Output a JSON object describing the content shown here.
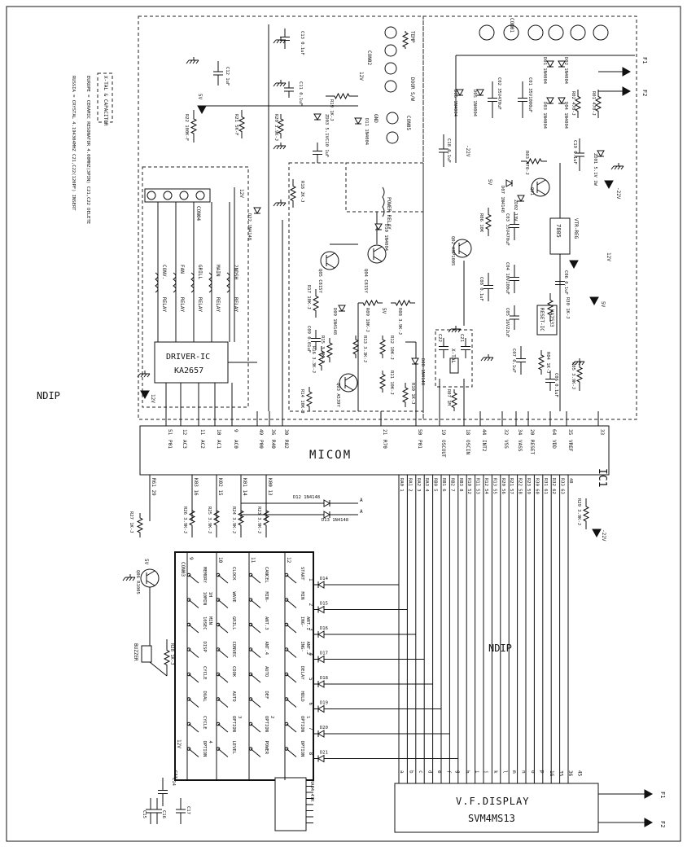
{
  "labels": {
    "ndip_left": "NDIP",
    "ndip_right": "NDIP",
    "micom": "MICOM",
    "ic1": "IC1",
    "driver_ic": "DRIVER-IC",
    "driver_part": "KA2657",
    "vfd_title": "V.F.DISPLAY",
    "vfd_part": "SVM4MS13",
    "xtal_cap_note": "X-TAL & CAPACITOR",
    "note_europe": "EUROPE = CERAMIC RESONATOR 4.00MHZ(3PIN) C21,C22 DELETE",
    "note_russia": "RUSSIA = CRYSTAL 4.194304MHZ  C21,C22(120PF) INSERT",
    "cond1": "CON01",
    "cond2": "CON02",
    "cond3": "CON03",
    "cond4": "CON04",
    "cond5": "CON05",
    "buzzer": "BUZZER",
    "v12": "12V",
    "v5": "5V",
    "vm22": "-22V",
    "f1": "F1",
    "f2": "F2",
    "temp": "TEMP",
    "door_sw": "DOOR S/W",
    "gnd": "GND",
    "reg_7805": "7805",
    "vtr_reg": "VTR-REG",
    "reset_ic": "RESET-IC",
    "ka7533": "KA7533",
    "xtal": "X-TAL",
    "power_relay": "POWER RELAY",
    "relay": "RELAY"
  },
  "relays": [
    "CONV.",
    "FAN",
    "GRILL",
    "MAIN",
    "2NDSH"
  ],
  "micom_top_pins": [
    {
      "num": "51",
      "name": "P01"
    },
    {
      "num": "12",
      "name": "AC3"
    },
    {
      "num": "11",
      "name": "AC2"
    },
    {
      "num": "10",
      "name": "AC1"
    },
    {
      "num": "9",
      "name": "AC0"
    },
    {
      "num": "49",
      "name": "P00"
    },
    {
      "num": "36",
      "name": "R40"
    },
    {
      "num": "30",
      "name": "R82"
    },
    {
      "num": "21",
      "name": "R70"
    },
    {
      "num": "50",
      "name": "P01"
    },
    {
      "num": "19",
      "name": "OSCOUT"
    },
    {
      "num": "18",
      "name": "OSCIN"
    },
    {
      "num": "44",
      "name": "INT2"
    },
    {
      "num": "32",
      "name": "VSS"
    },
    {
      "num": "34",
      "name": "VASS"
    },
    {
      "num": "20",
      "name": "RESET"
    },
    {
      "num": "64",
      "name": "VDD"
    },
    {
      "num": "35",
      "name": "VREF"
    },
    {
      "num": "33",
      "name": ""
    }
  ],
  "micom_left_pins": [
    {
      "num": "29",
      "name": "R61"
    },
    {
      "num": "16",
      "name": "K03"
    },
    {
      "num": "15",
      "name": "K02"
    },
    {
      "num": "14",
      "name": "K01"
    },
    {
      "num": "13",
      "name": "K00"
    }
  ],
  "micom_bottom_pins": [
    {
      "num": "1",
      "name": "RA0"
    },
    {
      "num": "2",
      "name": "RA1"
    },
    {
      "num": "3",
      "name": "RA2"
    },
    {
      "num": "4",
      "name": "RA3"
    },
    {
      "num": "5",
      "name": "RB0"
    },
    {
      "num": "6",
      "name": "RB1"
    },
    {
      "num": "7",
      "name": "RB2"
    },
    {
      "num": "8",
      "name": "RB3"
    },
    {
      "num": "52",
      "name": "R10"
    },
    {
      "num": "53",
      "name": "R11"
    },
    {
      "num": "54",
      "name": "R12"
    },
    {
      "num": "55",
      "name": "R13"
    },
    {
      "num": "56",
      "name": "R20"
    },
    {
      "num": "57",
      "name": "R21"
    },
    {
      "num": "58",
      "name": "R22"
    },
    {
      "num": "59",
      "name": "R23"
    },
    {
      "num": "60",
      "name": "R30"
    },
    {
      "num": "61",
      "name": "R31"
    },
    {
      "num": "62",
      "name": "R32"
    },
    {
      "num": "63",
      "name": "R33"
    },
    {
      "num": "48",
      "name": ""
    }
  ],
  "vfd_pins": [
    "a",
    "b",
    "c",
    "d",
    "e",
    "f",
    "g",
    "h",
    "i",
    "j",
    "k",
    "l",
    "m",
    "n",
    "o",
    "p",
    "1G",
    "35",
    "36",
    "45"
  ],
  "key_matrix": {
    "row_numbers": [
      "12",
      "11",
      "10",
      "9"
    ],
    "col_numbers": [
      "1",
      "2",
      "3",
      "4",
      "5",
      "6",
      "7",
      "8"
    ],
    "col_diodes": [
      "D14",
      "D15",
      "D16",
      "D17",
      "D18",
      "D19",
      "D20",
      "D21"
    ],
    "rows": [
      [
        "START",
        "MIN",
        "ING-\nANT.1",
        "ING-\nANT.2",
        "DELAY",
        "HOLD",
        "OPTION\n1",
        "OPTION"
      ],
      [
        "CANCEL",
        "MIN-",
        "ANT.3",
        "ANT.4",
        "AUTO",
        "DEF",
        "OPTION\n2",
        "POWER"
      ],
      [
        "CLOCK",
        "WAVE",
        "GRILL",
        "CONVEC",
        "COOK",
        "AUTO",
        "OPTION\n3",
        "LEVEL"
      ],
      [
        "MEMORY",
        "10MIN\n1H",
        "10SEC\nMIN",
        "DISP",
        "CYCLE",
        "DUAL",
        "CYCLE",
        "OPTION\n4"
      ]
    ]
  },
  "components": {
    "C12": "C12 1uF",
    "C13": "C13 0.1uF",
    "C11": "C11 0.1uF",
    "C10": "C10 1uF",
    "ZD03": "ZD03 5.1V",
    "R19": "R19 1K-J",
    "R20": "R20 3.9K-J",
    "R21": "R21 5K-F",
    "R22": "R22 100K-F",
    "R18": "R18 2K-J",
    "D22": "D22 1N4148",
    "D11": "D11 1N4004",
    "D10": "D10 1N4004",
    "Q04": "Q04 C815Y",
    "Q05": "Q05 C815Y",
    "R17": "R17 10K-J",
    "C09": "C09 0.01uF",
    "D09": "D09 1N4148",
    "R09": "R09 10K-J",
    "R08": "R08 3.9K-J",
    "R15": "R15 3.9K-J",
    "R16": "R16 3.3K-J",
    "R13": "R13 3.3K-J",
    "R12": "R12 10K-J",
    "R11": "R11 10K-J",
    "R10": "R10 1K-J",
    "D08": "D08 1N4148",
    "Q03": "Q03 A539Y",
    "R14": "R14 10K-J",
    "D06": "D06 1N4004",
    "D05": "D05 1N4004",
    "C02": "C02 35V470uF",
    "C01": "C01 35V1000uF",
    "D01": "D01 1N4004",
    "D02": "D02 1N4004",
    "D03": "D03 1N4004",
    "D04": "D04 1N4004",
    "R02": "R02 470-J",
    "R01": "R01 470-J",
    "C18": "C18 0.1uF",
    "Q02": "Q02 KSP1005",
    "R06": "R06 10K",
    "R03": "R03 470-J",
    "C19": "C19 0.1uF",
    "ZD01": "ZD01 5.1V 1W",
    "D07": "D07 1N4148",
    "ZD02": "ZD02 13V",
    "Q01": "Q01",
    "C03": "C03 35V470uF",
    "C04": "C04 10V100uF",
    "C08": "C08 0.1uF",
    "C06": "C06 0.1uF",
    "C05": "C05 16V22uF",
    "R30": "R30 1K-J",
    "R04": "R04 1K-J",
    "C07": "C07 0.1uF",
    "C06b": "C06 0.1uF",
    "R05": "R05 3.9K-J",
    "R07": "R07 1M",
    "C22": "C22",
    "C21": "C21",
    "R29": "R29 3.9K-J",
    "D12": "D12 1N4148",
    "D13": "D13 1N4148",
    "R23": "R23 3.9K-J",
    "R24": "R24 3.9K-J",
    "R25": "R25 3.9K-J",
    "R26": "R26 3.9K-J",
    "R27": "R27 1K-J",
    "Q06": "Q06 R1005",
    "R28": "R28 1K-J",
    "RA04": "RA04 47K",
    "C14": "C14",
    "C15": "C15",
    "C16": "C16",
    "C17": "C17",
    "C33": "C33",
    "A": "A"
  }
}
